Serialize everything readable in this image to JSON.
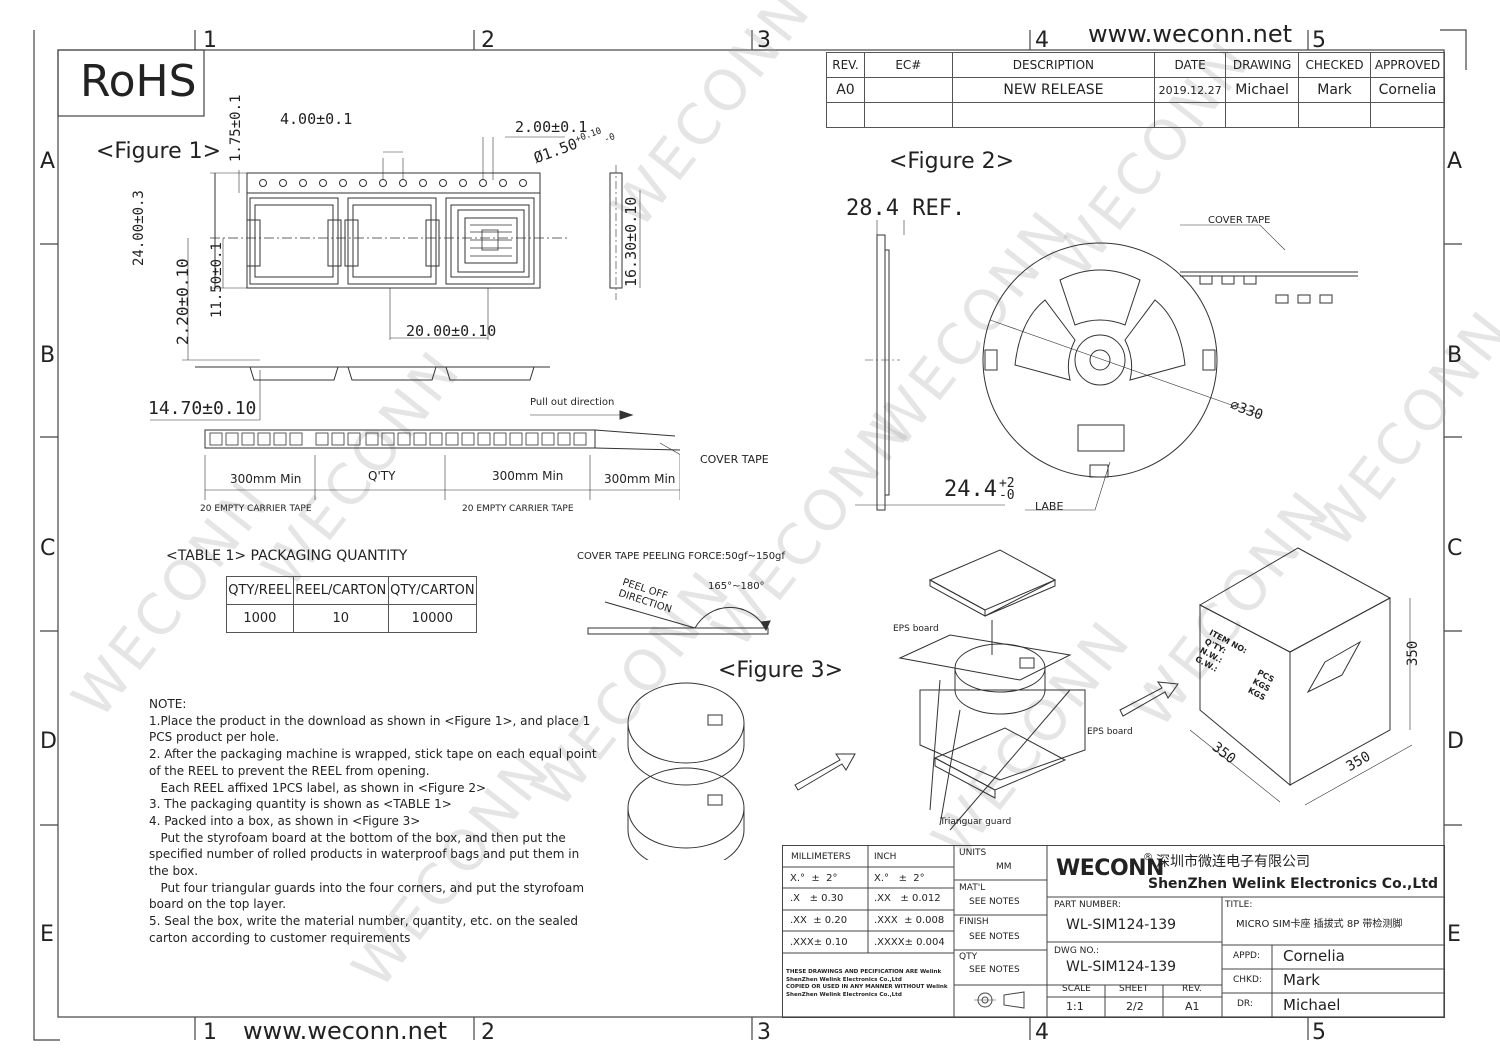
{
  "header": {
    "rohs": "RoHS",
    "website_top": "www.weconn.net",
    "website_bottom": "www.weconn.net",
    "col_labels": [
      "1",
      "2",
      "3",
      "4",
      "5"
    ],
    "row_labels": [
      "A",
      "B",
      "C",
      "D",
      "E"
    ],
    "watermark": "WECONN"
  },
  "revision": {
    "headers": [
      "REV.",
      "EC#",
      "DESCRIPTION",
      "DATE",
      "DRAWING",
      "CHECKED",
      "APPROVED"
    ],
    "row": [
      "A0",
      "",
      "NEW RELEASE",
      "2019.12.27",
      "Michael",
      "Mark",
      "Cornelia"
    ]
  },
  "figure1": {
    "title": "<Figure 1>",
    "dims": {
      "pitch": "4.00±0.1",
      "pitch2": "2.00±0.1",
      "edge": "1.75±0.1",
      "hole_a": "Ø1.50",
      "hole_b": "+0.10",
      "hole_c": "-0",
      "width": "24.00±0.3",
      "half": "11.50±0.1",
      "offset": "2.20±0.10",
      "step": "20.00±0.10",
      "height": "16.30±0.10",
      "depth": "14.70±0.10"
    },
    "pull": "Pull out direction",
    "cover": "COVER TAPE",
    "seg1": "300mm  Min",
    "seg2": "Q'TY",
    "seg3": "300mm Min",
    "seg4": "300mm Min",
    "empty1": "20 EMPTY CARRIER TAPE",
    "empty2": "20 EMPTY CARRIER TAPE"
  },
  "figure2": {
    "title": "<Figure 2>",
    "ref": "28.4 REF.",
    "cover": "COVER TAPE",
    "dia": "330",
    "width_main": "24.4",
    "width_plus": "+2",
    "width_minus": "-0",
    "label": "LABE"
  },
  "table1": {
    "title": "<TABLE 1> PACKAGING QUANTITY",
    "headers": [
      "QTY/REEL",
      "REEL/CARTON",
      "QTY/CARTON"
    ],
    "values": [
      "1000",
      "10",
      "10000"
    ]
  },
  "peel": {
    "title": "COVER TAPE PEELING FORCE:50gf~150gf",
    "dir1": "PEEL OFF",
    "dir2": "DIRECTION",
    "angle": "165°~180°"
  },
  "figure3": {
    "title": "<Figure 3>",
    "eps_top": "EPS board",
    "eps_bottom": "EPS board",
    "guard": "Trianguar guard",
    "box_dim_h": "350",
    "box_dim_w": "350",
    "box_dim_d": "350",
    "box_labels": [
      "ITEM NO:",
      "Q'TY:",
      "N.W.:",
      "G.W.:"
    ],
    "box_units": [
      "PCS",
      "KGS",
      "KGS"
    ]
  },
  "notes": {
    "lines": [
      "NOTE:",
      "1.Place the product in the download as shown in <Figure 1>, and place 1",
      "PCS product per hole.",
      "2. After the packaging machine is wrapped, stick tape on each equal point",
      "of the REEL to prevent the REEL from opening.",
      "   Each REEL affixed 1PCS label, as shown in <Figure 2>",
      "3. The packaging quantity is shown as <TABLE 1>",
      "4. Packed into a box, as shown in <Figure 3>",
      "   Put the styrofoam board at the bottom of the box, and then put the",
      "specified number of rolled products in waterproof bags and put them in",
      "the box.",
      "   Put four triangular guards into the four corners, and put the styrofoam",
      "board on the top layer.",
      "5. Seal the box, write the material number, quantity, etc. on the sealed",
      "carton according to customer requirements"
    ]
  },
  "titleblock": {
    "mm": "MILLIMETERS",
    "inch": "INCH",
    "tol_mm": [
      "X.°  ±  2°",
      ".X   ± 0.30",
      ".XX  ± 0.20",
      ".XXX± 0.10"
    ],
    "tol_in": [
      "X.°   ±  2°",
      ".XX   ± 0.012",
      ".XXX  ± 0.008",
      ".XXXX± 0.004"
    ],
    "disclaimer": [
      "THESE DRAWINGS AND PECIFICATION  ARE Welink",
      "ShenZhen Welink Electronics Co.,Ltd",
      "COPIED OR USED IN ANY MANNER WITHOUT Welink",
      "ShenZhen Welink Electronics Co.,Ltd"
    ],
    "units_label": "UNITS",
    "units_val": "MM",
    "matl_label": "MAT'L",
    "matl_val": "SEE NOTES",
    "finish_label": "FINISH",
    "finish_val": "SEE NOTES",
    "qty_label": "QTY",
    "qty_val": "SEE NOTES",
    "company_logo": "WECONN",
    "reg": "®",
    "company_cn": "深圳市微连电子有限公司",
    "company_en": "ShenZhen Welink Electronics Co.,Ltd",
    "part_label": "PART NUMBER:",
    "part_value": "WL-SIM124-139",
    "title_label": "TITLE:",
    "title_value": "MICRO SIM卡座 插拔式 8P 带检测脚",
    "dwg_label": "DWG NO.:",
    "dwg_value": "WL-SIM124-139",
    "scale_label": "SCALE",
    "scale_value": "1:1",
    "sheet_label": "SHEET",
    "sheet_value": "2/2",
    "rev_label": "REV.",
    "rev_value": "A1",
    "appd_label": "APPD:",
    "appd_value": "Cornelia",
    "chkd_label": "CHKD:",
    "chkd_value": "Mark",
    "dr_label": "DR:",
    "dr_value": "Michael"
  }
}
